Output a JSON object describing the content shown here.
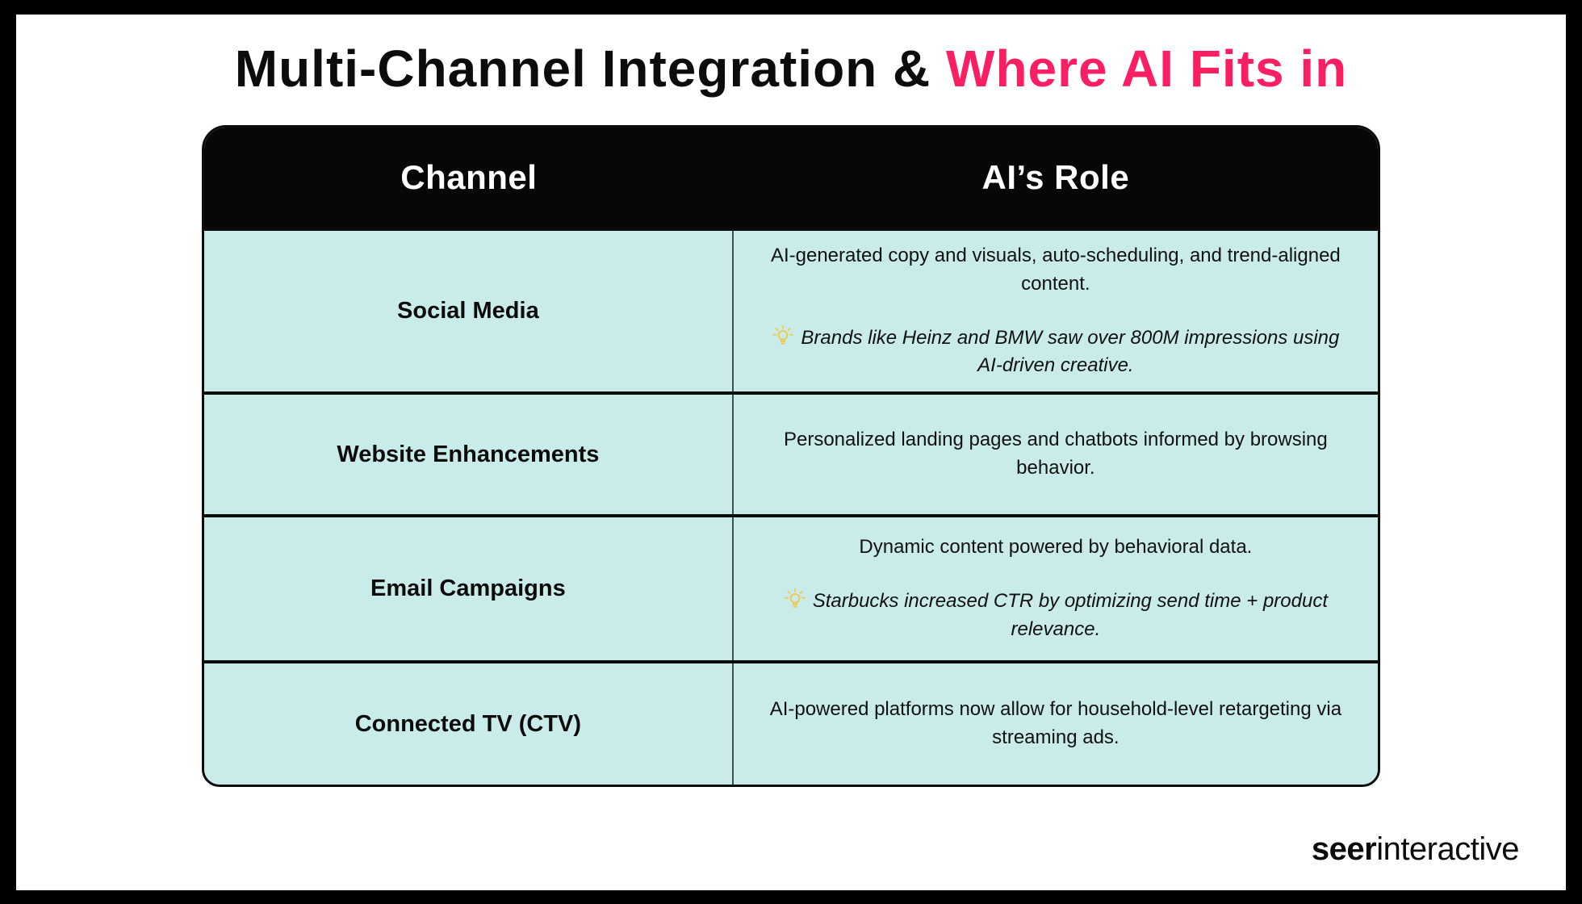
{
  "title": {
    "prefix": "Multi-Channel Integration & ",
    "highlight": "Where AI Fits in"
  },
  "table": {
    "headers": {
      "channel": "Channel",
      "role": "AI’s Role"
    },
    "rows": [
      {
        "channel": "Social Media",
        "role": "AI-generated copy and visuals, auto-scheduling, and trend-aligned content.",
        "note": "Brands like Heinz and BMW saw over 800M impressions using AI-driven creative."
      },
      {
        "channel": "Website Enhancements",
        "role": "Personalized landing pages and chatbots informed by browsing behavior."
      },
      {
        "channel": "Email Campaigns",
        "role": "Dynamic content powered by behavioral data.",
        "note": "Starbucks increased CTR by optimizing send time + product relevance."
      },
      {
        "channel": "Connected TV (CTV)",
        "role": "AI-powered platforms now allow for household-level retargeting via streaming ads."
      }
    ]
  },
  "footer": {
    "logo_bold": "seer",
    "logo_light": "interactive"
  },
  "icons": {
    "note_icon": "lightbulb-icon"
  },
  "colors": {
    "accent_pink": "#fa1e63",
    "cell_teal": "#c9ecea",
    "header_black": "#070707",
    "divider_gray": "#3f504f",
    "bulb_yellow": "#efc94c",
    "frame_black": "#000000"
  }
}
